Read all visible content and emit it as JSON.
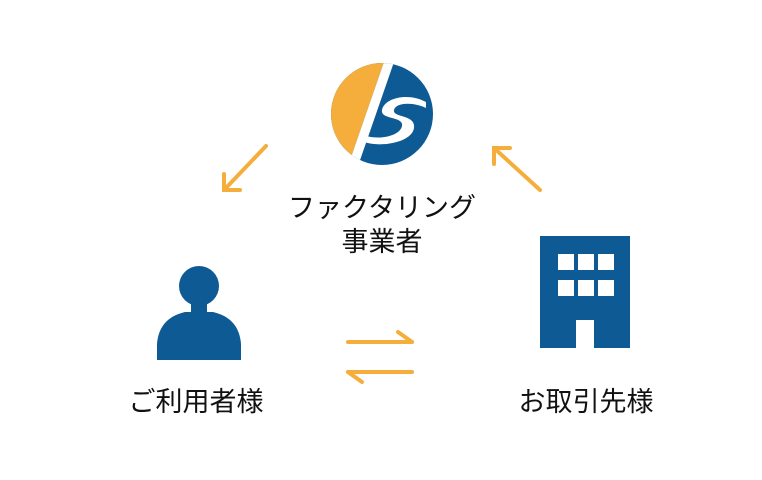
{
  "factoring": {
    "name_line1": "ファクタリング",
    "name_line2": "事業者"
  },
  "user": {
    "label": "ご利用者様"
  },
  "client": {
    "label": "お取引先様"
  },
  "colors": {
    "accent": "#f5ae3b",
    "primary": "#0d5a95",
    "text": "#111111"
  },
  "icons": {
    "logo": "factoring-company-logo",
    "user": "person-icon",
    "client": "building-icon",
    "flow": "arrow-icons"
  }
}
